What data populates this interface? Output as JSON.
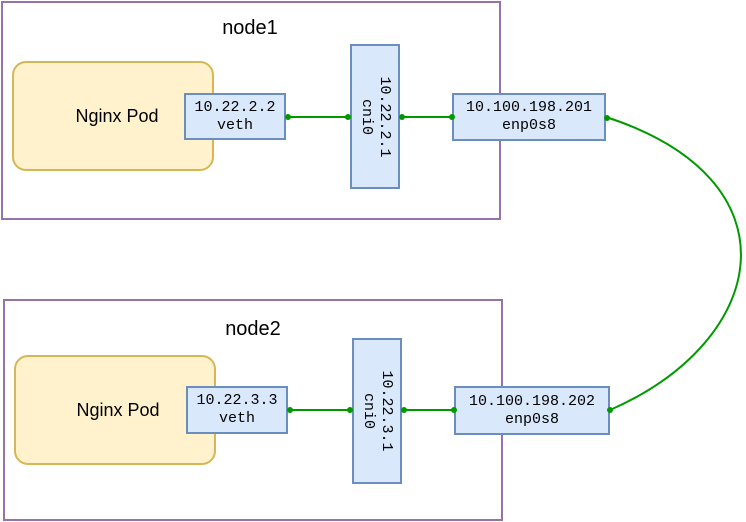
{
  "nodes": [
    {
      "name": "node1",
      "pod": "Nginx Pod",
      "veth": {
        "ip": "10.22.2.2",
        "label": "veth"
      },
      "bridge": {
        "ip": "10.22.2.1",
        "label": "cni0"
      },
      "nic": {
        "ip": "10.100.198.201",
        "label": "enp0s8"
      }
    },
    {
      "name": "node2",
      "pod": "Nginx Pod",
      "veth": {
        "ip": "10.22.3.3",
        "label": "veth"
      },
      "bridge": {
        "ip": "10.22.3.1",
        "label": "cni0"
      },
      "nic": {
        "ip": "10.100.198.202",
        "label": "enp0s8"
      }
    }
  ],
  "colors": {
    "node_border": "#9673a6",
    "pod_fill": "#fff2cc",
    "pod_border": "#d6b656",
    "iface_fill": "#dae8fc",
    "iface_border": "#6c8ebf",
    "link": "#009900"
  }
}
